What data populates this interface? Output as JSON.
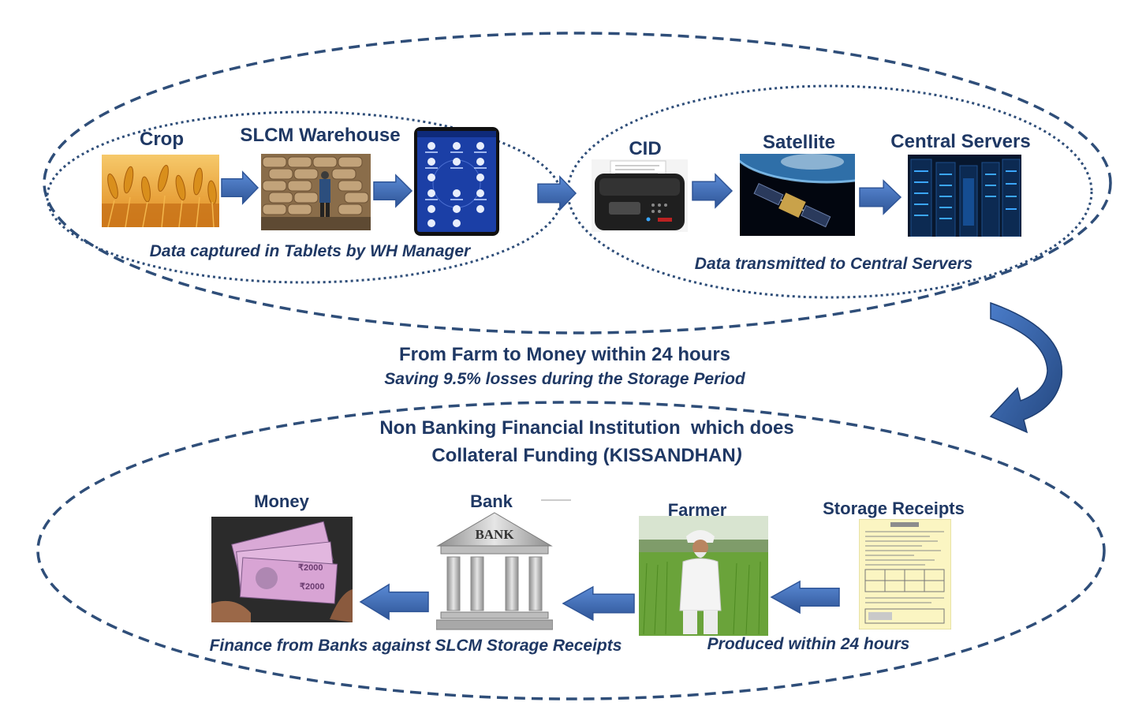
{
  "top_process": {
    "steps": [
      {
        "label": "Crop",
        "icon": "wheat-crop-photo"
      },
      {
        "label": "SLCM Warehouse",
        "icon": "warehouse-sacks-photo"
      },
      {
        "label": "",
        "icon": "tablet-app-screen"
      },
      {
        "label": "CID",
        "icon": "portable-printer-photo"
      },
      {
        "label": "Satellite",
        "icon": "satellite-photo"
      },
      {
        "label": "Central Servers",
        "icon": "server-racks-photo"
      }
    ],
    "left_caption": "Data captured in Tablets by WH Manager",
    "right_caption": "Data transmitted to Central Servers"
  },
  "middle": {
    "headline": "From Farm to Money within 24 hours",
    "subline": "Saving 9.5% losses during the Storage Period"
  },
  "bottom_process": {
    "title_line1": "Non Banking Financial Institution  which does",
    "title_line2": "Collateral Funding (KISSANDHAN",
    "title_paren": ")",
    "steps": [
      {
        "label": "Money",
        "icon": "currency-notes-photo"
      },
      {
        "label": "Bank",
        "icon": "bank-building-icon",
        "sign": "BANK"
      },
      {
        "label": "Farmer",
        "icon": "farmer-field-photo"
      },
      {
        "label": "Storage Receipts",
        "icon": "storage-receipt-document"
      }
    ],
    "left_caption": "Finance from Banks against SLCM Storage Receipts",
    "right_caption": "Produced within 24 hours"
  },
  "colors": {
    "text": "#1f3864",
    "dash": "#2f4e79",
    "arrow": "#4472c4",
    "arrow_dark": "#2f5597"
  }
}
